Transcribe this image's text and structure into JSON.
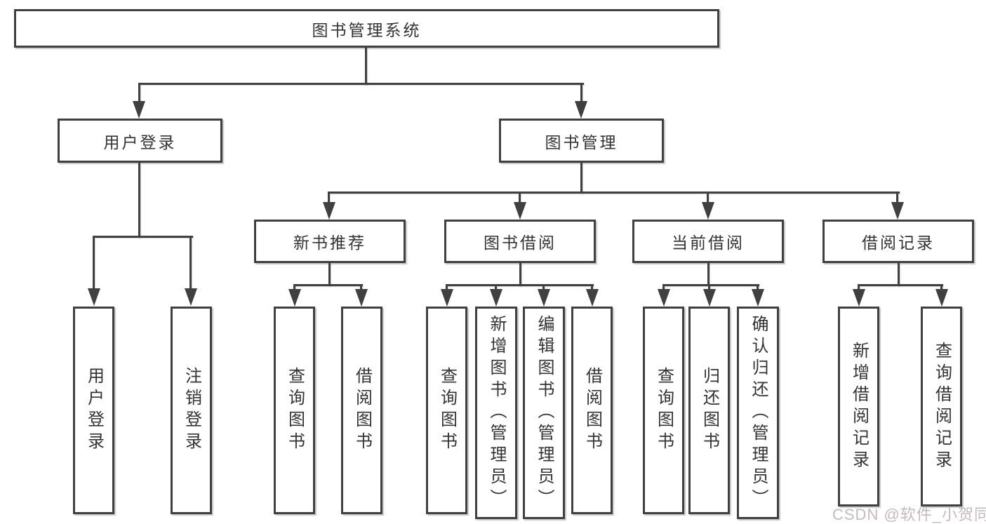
{
  "tree": {
    "root": "图书管理系统",
    "user_login": {
      "label": "用户登录",
      "children": [
        "用户登录",
        "注销登录"
      ]
    },
    "book_mgmt": {
      "label": "图书管理",
      "groups": {
        "new_books": {
          "label": "新书推荐",
          "children": [
            "查询图书",
            "借阅图书"
          ]
        },
        "book_borrow": {
          "label": "图书借阅",
          "children": [
            "查询图书",
            "新增图书（管理员）",
            "编辑图书（管理员）",
            "借阅图书"
          ]
        },
        "current_borrow": {
          "label": "当前借阅",
          "children": [
            "查询图书",
            "归还图书",
            "确认归还（管理员）"
          ]
        },
        "borrow_records": {
          "label": "借阅记录",
          "children": [
            "新增借阅记录",
            "查询借阅记录"
          ]
        }
      }
    }
  },
  "watermark": "CSDN @软件_小贺同学",
  "colors": {
    "line": "#404040",
    "text": "#333333",
    "box_background": "#ffffff",
    "watermark": "#c5baba"
  }
}
